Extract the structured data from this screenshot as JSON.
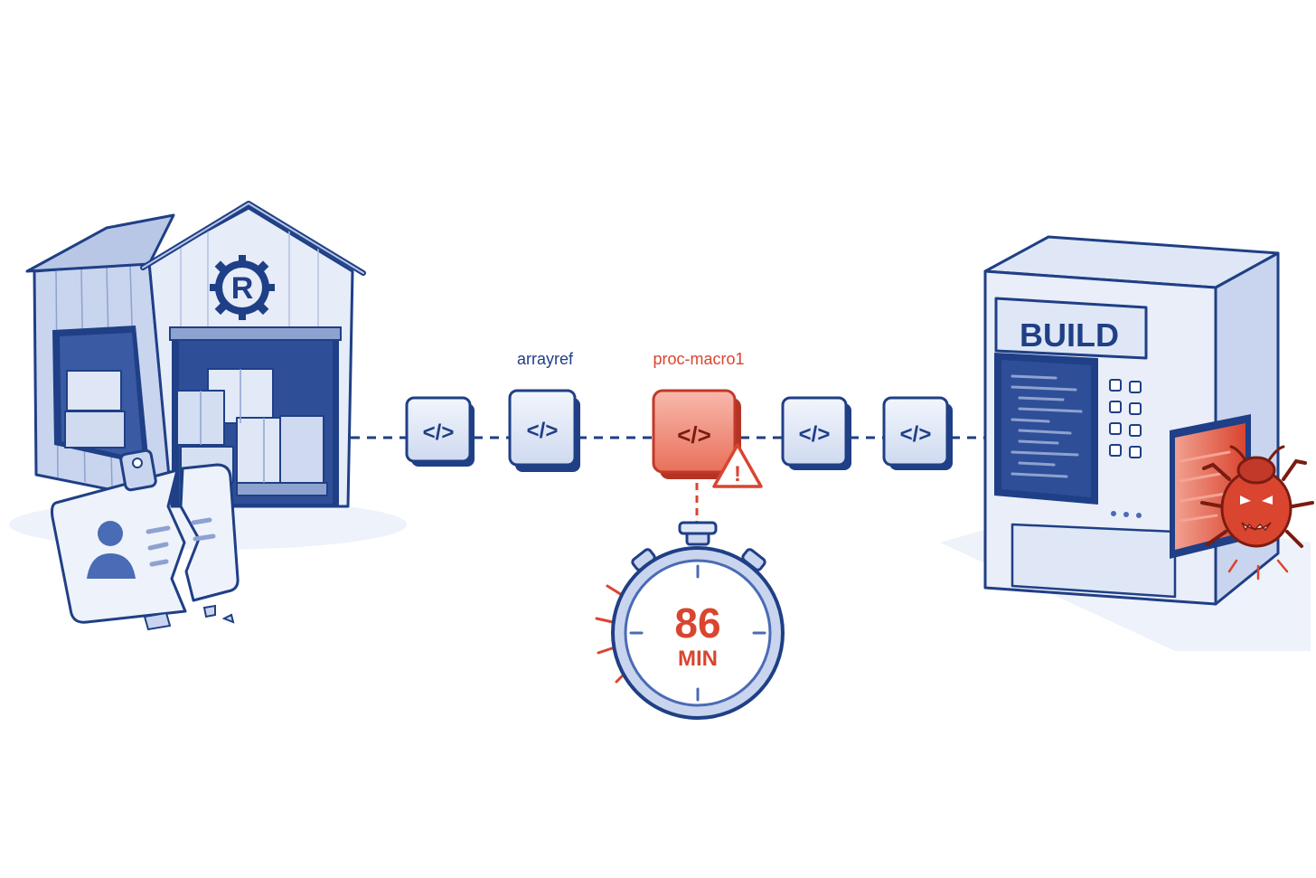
{
  "diagram": {
    "warehouse": {
      "logo_letter": "R"
    },
    "packages": [
      {
        "label": "",
        "status": "normal"
      },
      {
        "label": "arrayref",
        "status": "normal"
      },
      {
        "label": "proc-macro1",
        "status": "malicious"
      },
      {
        "label": "",
        "status": "normal"
      },
      {
        "label": "",
        "status": "normal"
      }
    ],
    "package_glyph": "</>",
    "warning_glyph": "!",
    "timer": {
      "value": "86",
      "unit": "MIN"
    },
    "build_machine": {
      "label": "BUILD"
    },
    "colors": {
      "blue_dark": "#1f3f86",
      "blue_mid": "#4a6bb5",
      "blue_light": "#dfe7f6",
      "blue_pale": "#eef2fa",
      "red": "#d9452f",
      "red_light": "#f3a495"
    },
    "icons": [
      "rust-logo-icon",
      "id-badge-icon",
      "code-package-icon",
      "warning-icon",
      "stopwatch-icon",
      "bug-icon",
      "arrow-right-icon"
    ]
  }
}
